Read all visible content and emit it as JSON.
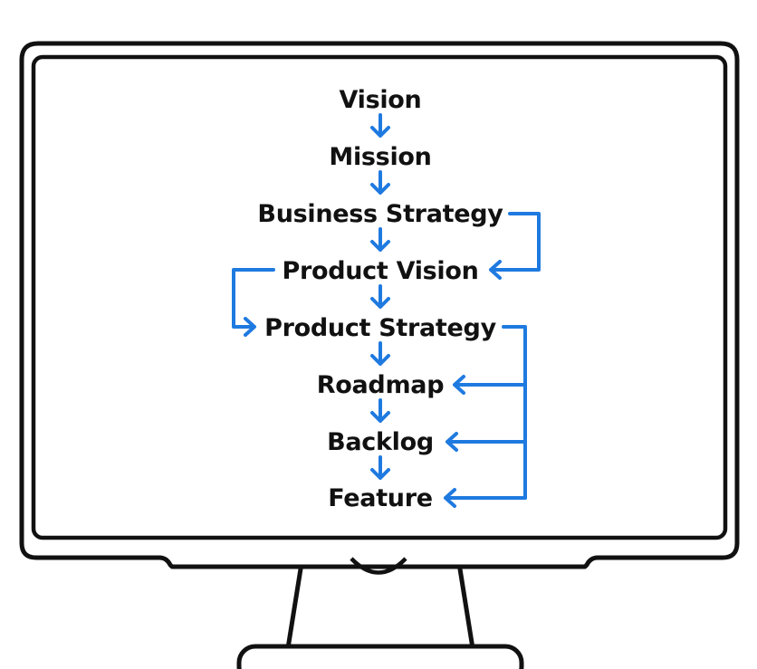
{
  "diagram": {
    "steps": [
      {
        "id": "vision",
        "label": "Vision"
      },
      {
        "id": "mission",
        "label": "Mission"
      },
      {
        "id": "business-strategy",
        "label": "Business Strategy"
      },
      {
        "id": "product-vision",
        "label": "Product Vision"
      },
      {
        "id": "product-strategy",
        "label": "Product Strategy"
      },
      {
        "id": "roadmap",
        "label": "Roadmap"
      },
      {
        "id": "backlog",
        "label": "Backlog"
      },
      {
        "id": "feature",
        "label": "Feature"
      }
    ],
    "flow_arrows": [
      {
        "from": "vision",
        "to": "mission"
      },
      {
        "from": "mission",
        "to": "business-strategy"
      },
      {
        "from": "business-strategy",
        "to": "product-vision"
      },
      {
        "from": "product-vision",
        "to": "product-strategy"
      },
      {
        "from": "product-strategy",
        "to": "roadmap"
      },
      {
        "from": "roadmap",
        "to": "backlog"
      },
      {
        "from": "backlog",
        "to": "feature"
      }
    ],
    "side_connectors": [
      {
        "from": "business-strategy",
        "to": "product-vision",
        "side": "right"
      },
      {
        "from": "product-vision",
        "to": "product-strategy",
        "side": "left"
      },
      {
        "from": "product-strategy",
        "to": [
          "roadmap",
          "backlog",
          "feature"
        ],
        "side": "right"
      }
    ]
  },
  "colors": {
    "text": "#111111",
    "arrow": "#1f7ae0",
    "monitor_outline": "#111111",
    "screen_background": "#ffffff"
  }
}
